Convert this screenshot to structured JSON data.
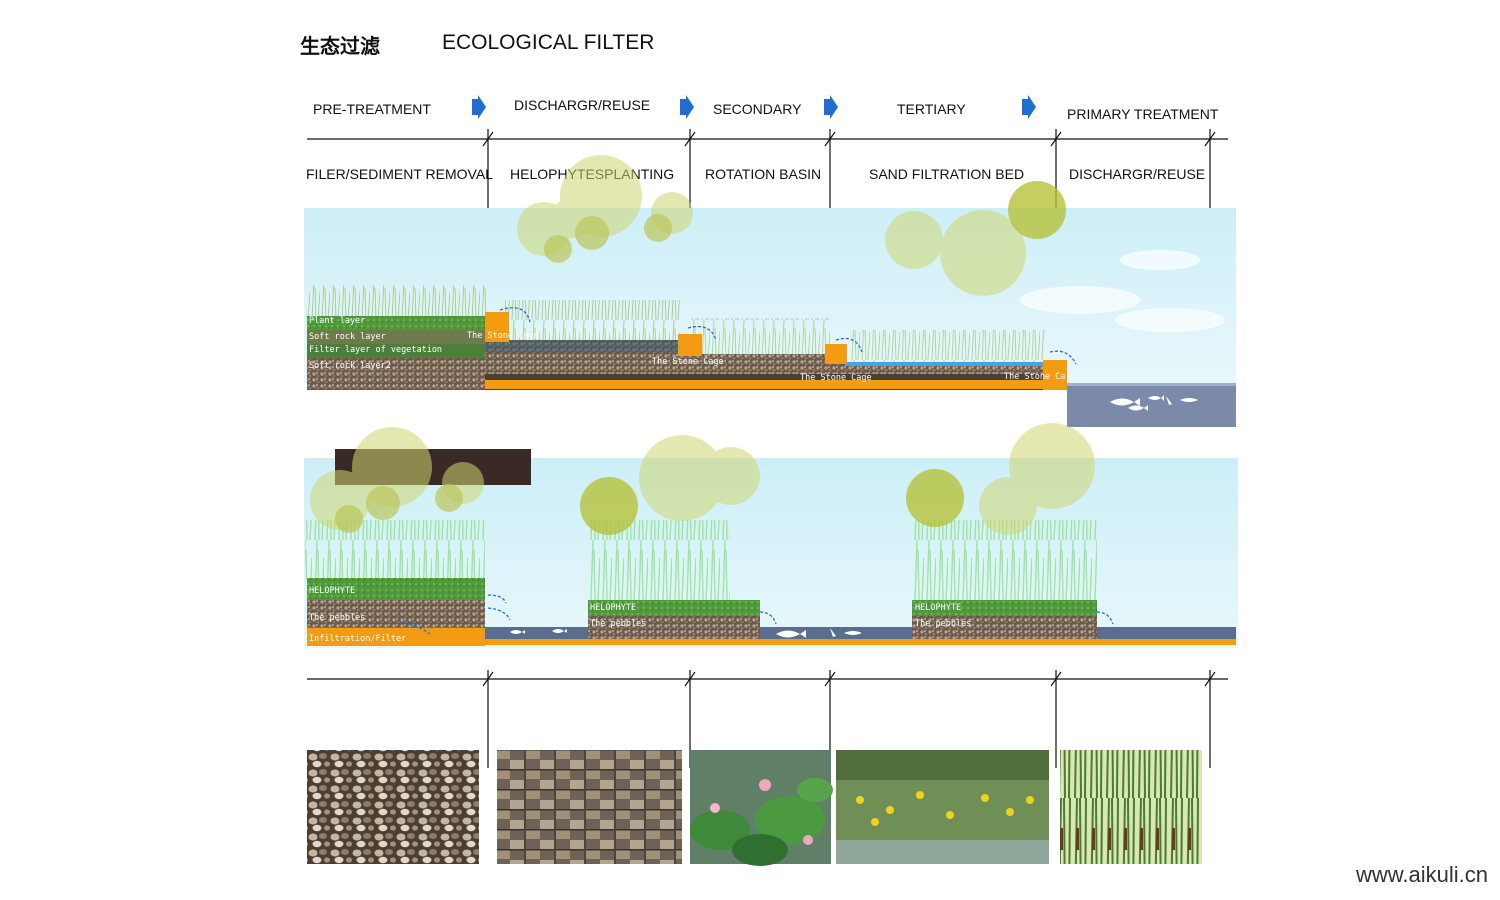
{
  "header": {
    "title_cn": "生态过滤",
    "title_en": "ECOLOGICAL FILTER"
  },
  "phases": [
    {
      "label": "PRE-TREATMENT"
    },
    {
      "label": "DISCHARGR/REUSE"
    },
    {
      "label": "SECONDARY"
    },
    {
      "label": "TERTIARY"
    },
    {
      "label": "PRIMARY TREATMENT"
    }
  ],
  "stages": [
    {
      "label": "FILER/SEDIMENT REMOVAL"
    },
    {
      "label": "HELOPHYTESPLANTING"
    },
    {
      "label": "ROTATION BASIN"
    },
    {
      "label": "SAND FILTRATION BED"
    },
    {
      "label": "DISCHARGR/REUSE"
    }
  ],
  "section_top": {
    "layers": [
      "Plant layer",
      "Soft rock layer",
      "Filter layer of vegetation",
      "Soft rock layer2"
    ],
    "stone_cage_labels": [
      "The Stone Cage",
      "The Stone Cage",
      "The Stone Cage",
      "The Stone Ca"
    ]
  },
  "section_bottom": {
    "left_labels": [
      "HELOPHYTE",
      "The pebbles",
      "Infiltration/Filter"
    ],
    "mid_labels": [
      "HELOPHYTE",
      "The pebbles"
    ],
    "right_labels": [
      "HELOPHYTE",
      "The pebbles"
    ]
  },
  "photos": [
    {
      "subject": "river pebbles"
    },
    {
      "subject": "gravel stone cage grid"
    },
    {
      "subject": "lotus pond"
    },
    {
      "subject": "yellow iris wetland"
    },
    {
      "subject": "cattail reeds"
    }
  ],
  "colors": {
    "arrow": "#1f6fd1",
    "orange": "#f39c12",
    "sky": "#cdeff8",
    "grass": "#5ea83a",
    "bubble": "#d8df8c",
    "water": "#7a8aa8"
  },
  "watermark": "www.aikuli.cn"
}
